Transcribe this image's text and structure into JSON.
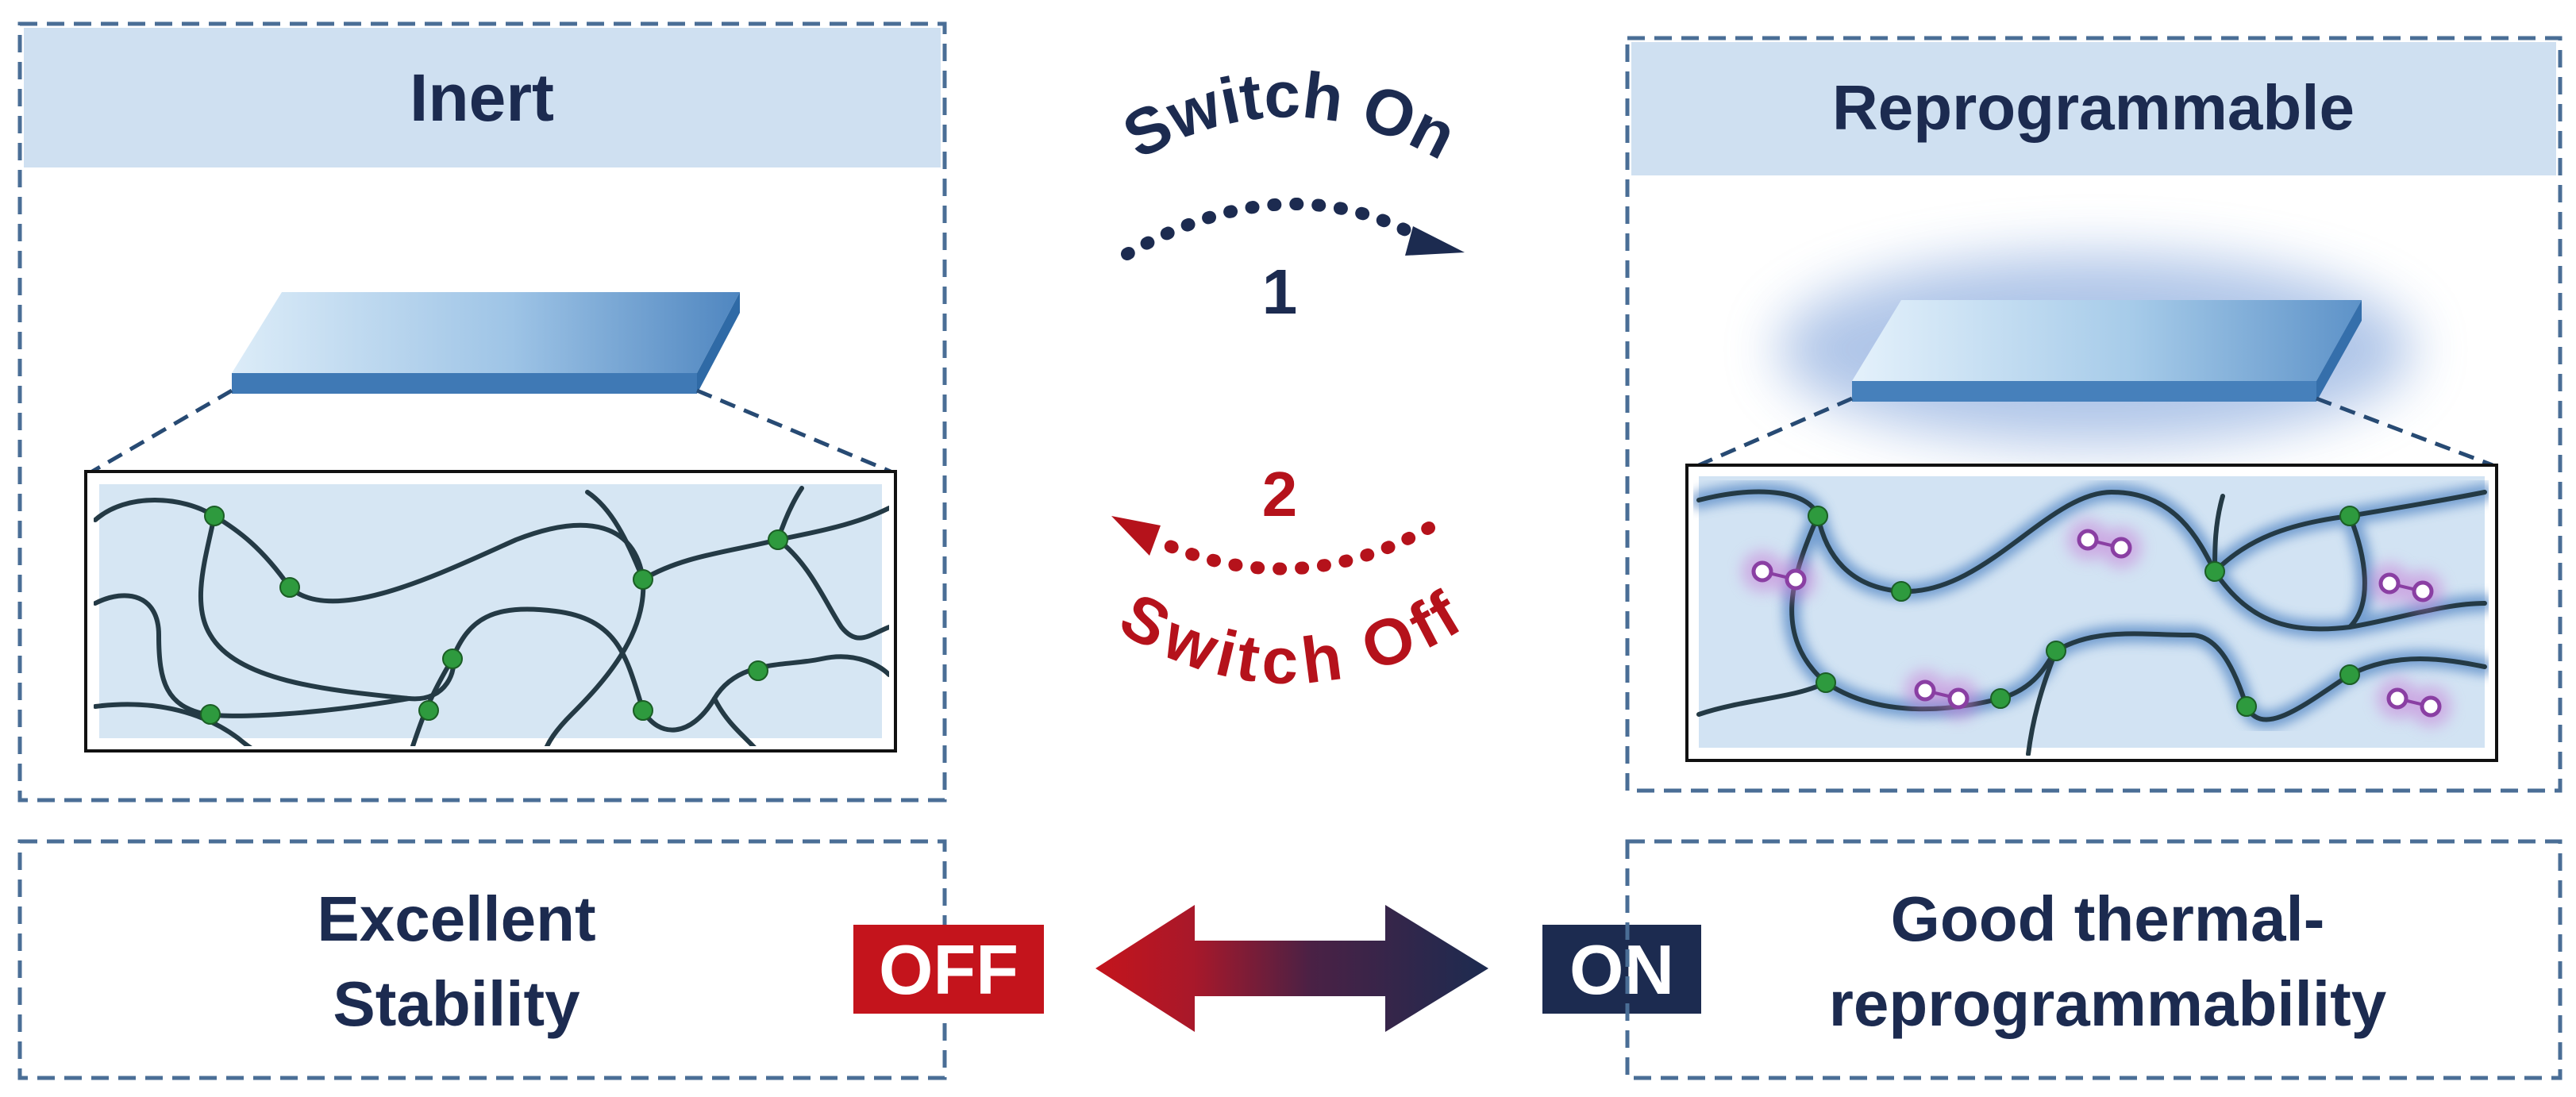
{
  "left_panel": {
    "title": "Inert",
    "property": [
      "Excellent",
      "Stability"
    ],
    "state_badge": "OFF"
  },
  "right_panel": {
    "title": "Reprogrammable",
    "property": [
      "Good thermal-",
      "reprogrammability"
    ],
    "state_badge": "ON"
  },
  "switch_on": {
    "label": "Switch On",
    "step": "1"
  },
  "switch_off": {
    "label": "Switch Off",
    "step": "2"
  },
  "colors": {
    "navy": "#1c2b50",
    "red": "#b5121b",
    "header_blue": "#cfe0f1",
    "frame_dash": "#4a6e96",
    "network_bg": "#d6e6f3",
    "chain": "#243a45",
    "crosslink": "#2e9a3e",
    "dynamic_bond": "#8a3fa3"
  },
  "icons": [
    "crosslink-node-icon",
    "dynamic-bond-icon",
    "double-arrow-icon",
    "curved-arrow-icon"
  ]
}
